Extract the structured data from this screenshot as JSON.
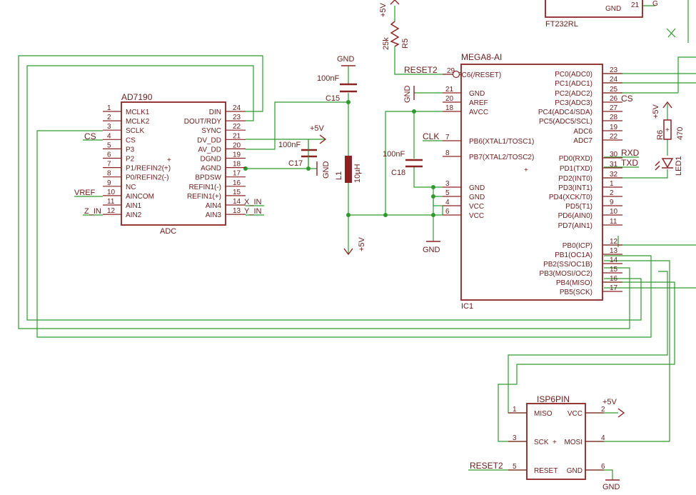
{
  "colors": {
    "wire": "#2e9a2e",
    "part": "#8b2323",
    "text": "#6b1b1b",
    "background": "#ffffff"
  },
  "adc": {
    "name": "AD7190",
    "value": "ADC",
    "left_pins": [
      {
        "num": "1",
        "name": "MCLK1"
      },
      {
        "num": "2",
        "name": "MCLK2"
      },
      {
        "num": "3",
        "name": "SCLK"
      },
      {
        "num": "4",
        "name": "CS"
      },
      {
        "num": "5",
        "name": "P3"
      },
      {
        "num": "6",
        "name": "P2"
      },
      {
        "num": "7",
        "name": "P1/REFIN2(+)"
      },
      {
        "num": "8",
        "name": "P0/REFIN2(-)"
      },
      {
        "num": "9",
        "name": "NC"
      },
      {
        "num": "10",
        "name": "AINCOM"
      },
      {
        "num": "11",
        "name": "AIN1"
      },
      {
        "num": "12",
        "name": "AIN2"
      }
    ],
    "right_pins": [
      {
        "num": "24",
        "name": "DIN"
      },
      {
        "num": "23",
        "name": "DOUT/RDY"
      },
      {
        "num": "22",
        "name": "SYNC"
      },
      {
        "num": "21",
        "name": "DV_DD"
      },
      {
        "num": "20",
        "name": "AV_DD"
      },
      {
        "num": "19",
        "name": "DGND"
      },
      {
        "num": "18",
        "name": "AGND"
      },
      {
        "num": "17",
        "name": "BPDSW"
      },
      {
        "num": "16",
        "name": "REFIN1(-)"
      },
      {
        "num": "15",
        "name": "REFIN1(+)"
      },
      {
        "num": "14",
        "name": "AIN4"
      },
      {
        "num": "13",
        "name": "AIN3"
      }
    ]
  },
  "mcu": {
    "name": "IC1",
    "value": "MEGA8-AI",
    "left_pins": [
      {
        "num": "29",
        "name": "PC6(/RESET)"
      },
      {
        "num": "21",
        "name": "GND"
      },
      {
        "num": "20",
        "name": "AREF"
      },
      {
        "num": "18",
        "name": "AVCC"
      },
      {
        "num": "7",
        "name": "PB6(XTAL1/TOSC1)"
      },
      {
        "num": "8",
        "name": "PB7(XTAL2/TOSC2)"
      },
      {
        "num": "3",
        "name": "GND"
      },
      {
        "num": "5",
        "name": "GND"
      },
      {
        "num": "4",
        "name": "VCC"
      },
      {
        "num": "6",
        "name": "VCC"
      }
    ],
    "right_pins": [
      {
        "num": "23",
        "name": "PC0(ADC0)"
      },
      {
        "num": "24",
        "name": "PC1(ADC1)"
      },
      {
        "num": "25",
        "name": "PC2(ADC2)"
      },
      {
        "num": "26",
        "name": "PC3(ADC3)"
      },
      {
        "num": "27",
        "name": "PC4(ADC4/SDA)"
      },
      {
        "num": "28",
        "name": "PC5(ADC5/SCL)"
      },
      {
        "num": "19",
        "name": "ADC6"
      },
      {
        "num": "22",
        "name": "ADC7"
      },
      {
        "num": "30",
        "name": "PD0(RXD)"
      },
      {
        "num": "31",
        "name": "PD1(TXD)"
      },
      {
        "num": "32",
        "name": "PD2(INT0)"
      },
      {
        "num": "1",
        "name": "PD3(INT1)"
      },
      {
        "num": "2",
        "name": "PD4(XCK/T0)"
      },
      {
        "num": "9",
        "name": "PD5(T1)"
      },
      {
        "num": "10",
        "name": "PD6(AIN0)"
      },
      {
        "num": "11",
        "name": "PD7(AIN1)"
      },
      {
        "num": "12",
        "name": "PB0(ICP)"
      },
      {
        "num": "13",
        "name": "PB1(OC1A)"
      },
      {
        "num": "14",
        "name": "PB2(SS/OC1B)"
      },
      {
        "num": "15",
        "name": "PB3(MOSI/OC2)"
      },
      {
        "num": "16",
        "name": "PB4(MISO)"
      },
      {
        "num": "17",
        "name": "PB5(SCK)"
      }
    ]
  },
  "isp": {
    "name": "ISP6PIN",
    "left_pins": [
      {
        "num": "1",
        "name": "MISO"
      },
      {
        "num": "3",
        "name": "SCK"
      },
      {
        "num": "5",
        "name": "RESET"
      }
    ],
    "right_pins": [
      {
        "num": "2",
        "name": "VCC"
      },
      {
        "num": "4",
        "name": "MOSI"
      },
      {
        "num": "6",
        "name": "GND"
      }
    ]
  },
  "ft232": {
    "name": "FT232RL",
    "pin_name": "GND",
    "pin_num": "21",
    "side_label": "G"
  },
  "components": {
    "c15": {
      "name": "C15",
      "value": "100nF"
    },
    "c17": {
      "name": "C17",
      "value": "100nF"
    },
    "c18": {
      "name": "C18",
      "value": "100nF"
    },
    "l1": {
      "name": "L1",
      "value": "10µH"
    },
    "r5": {
      "name": "R5",
      "value": "25k"
    },
    "r6": {
      "name": "R6",
      "value": "470"
    },
    "led1": {
      "name": "LED1"
    }
  },
  "nets": {
    "vcc": "+5V",
    "gnd": "GND",
    "cs": "CS",
    "vref": "VREF",
    "z_in": "Z_IN",
    "x_in": "X_IN",
    "y_in": "Y_IN",
    "clk": "CLK",
    "reset2": "RESET2",
    "rxd": "RXD",
    "txd": "TXD"
  }
}
